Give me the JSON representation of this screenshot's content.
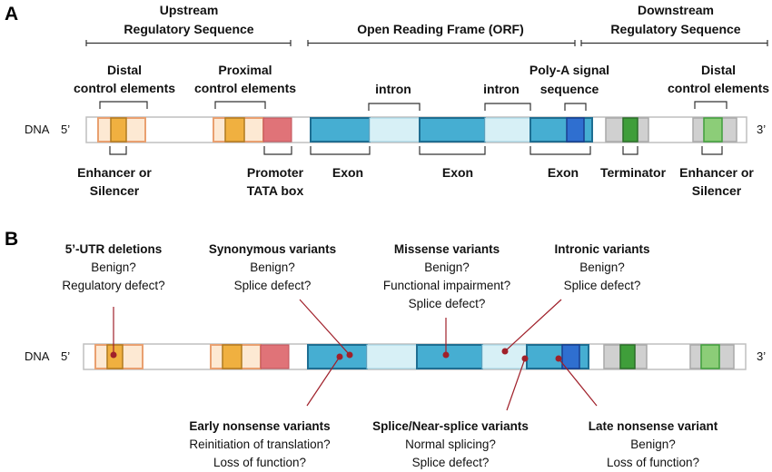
{
  "panel_a": {
    "letter": "A",
    "regions": {
      "upstream": [
        "Upstream",
        "Regulatory Sequence"
      ],
      "orf": "Open Reading Frame (ORF)",
      "downstream": [
        "Downstream",
        "Regulatory Sequence"
      ]
    },
    "top_labels": {
      "distal_left": [
        "Distal",
        "control elements"
      ],
      "proximal": [
        "Proximal",
        "control elements"
      ],
      "intron_1": "intron",
      "intron_2": "intron",
      "polya": [
        "Poly-A signal",
        "sequence"
      ],
      "distal_right": [
        "Distal",
        "control elements"
      ]
    },
    "bottom_labels": {
      "enhancer_left": [
        "Enhancer or",
        "Silencer"
      ],
      "promoter": [
        "Promoter",
        "TATA box"
      ],
      "exon_1": "Exon",
      "exon_2": "Exon",
      "exon_3": "Exon",
      "terminator": "Terminator",
      "enhancer_right": [
        "Enhancer or",
        "Silencer"
      ]
    },
    "dna_label": "DNA",
    "five_prime": "5’",
    "three_prime": "3’"
  },
  "panel_b": {
    "letter": "B",
    "dna_label": "DNA",
    "five_prime": "5’",
    "three_prime": "3’",
    "annotations_top": {
      "utr": {
        "title": "5’-UTR deletions",
        "lines": [
          "Benign?",
          "Regulatory defect?"
        ]
      },
      "synonymous": {
        "title": "Synonymous variants",
        "lines": [
          "Benign?",
          "Splice defect?"
        ]
      },
      "missense": {
        "title": "Missense variants",
        "lines": [
          "Benign?",
          "Functional impairment?",
          "Splice defect?"
        ]
      },
      "intronic": {
        "title": "Intronic variants",
        "lines": [
          "Benign?",
          "Splice defect?"
        ]
      }
    },
    "annotations_bottom": {
      "early_nonsense": {
        "title": "Early nonsense variants",
        "lines": [
          "Reinitiation of translation?",
          "Loss of function?"
        ]
      },
      "splice": {
        "title": "Splice/Near-splice variants",
        "lines": [
          "Normal splicing?",
          "Splice defect?"
        ]
      },
      "late_nonsense": {
        "title": "Late nonsense variant",
        "lines": [
          "Benign?",
          "Loss of function?"
        ]
      }
    }
  },
  "colors": {
    "enhancer_fill": "#fde9d3",
    "enhancer_stroke": "#e9a070",
    "enhancer_core": "#f0b040",
    "promoter": "#e07378",
    "exon": "#46aed2",
    "exon_stroke": "#1e6e92",
    "intron": "#d7f0f6",
    "polya": "#2f6fd0",
    "terminator_gray": "#d0d0d0",
    "terminator_green": "#3f9e3a",
    "distal_green": "#8ccd78",
    "pointer": "#a0202a"
  }
}
